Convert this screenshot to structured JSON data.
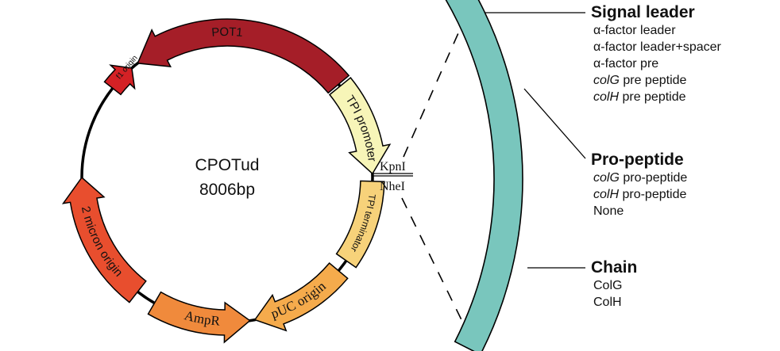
{
  "plasmid": {
    "name": "CPOTud",
    "size": "8006bp",
    "features": [
      {
        "id": "f1-origin",
        "label": "f1 origin",
        "color": "#d42125"
      },
      {
        "id": "pot1",
        "label": "POT1",
        "color": "#a51e28"
      },
      {
        "id": "tpi-promoter",
        "label": "TPI promoter",
        "color": "#f7f5b8"
      },
      {
        "id": "tpi-terminator",
        "label": "TPI terminator",
        "color": "#f7d27a"
      },
      {
        "id": "puc-origin",
        "label": "pUC origin",
        "color": "#f5ab4c"
      },
      {
        "id": "ampr",
        "label": "AmpR",
        "color": "#f08a3c"
      },
      {
        "id": "two-micron-origin",
        "label": "2 micron origin",
        "color": "#e84e2e"
      }
    ],
    "sites": [
      {
        "id": "kpni",
        "label": "KpnI"
      },
      {
        "id": "nhei",
        "label": "NheI"
      }
    ]
  },
  "insert": {
    "segments": [
      {
        "id": "signal-leader",
        "color": "#edf5e6"
      },
      {
        "id": "pro-peptide",
        "color": "#b3dcb8"
      },
      {
        "id": "chain",
        "color": "#79c6bd"
      }
    ]
  },
  "legend": {
    "signal_leader": {
      "heading": "Signal leader",
      "items": [
        {
          "italic": "",
          "text": "α-factor leader"
        },
        {
          "italic": "",
          "text": "α-factor leader+spacer"
        },
        {
          "italic": "",
          "text": "α-factor pre"
        },
        {
          "italic": "colG",
          "text": " pre peptide"
        },
        {
          "italic": "colH",
          "text": " pre peptide"
        }
      ]
    },
    "pro_peptide": {
      "heading": "Pro-peptide",
      "items": [
        {
          "italic": "colG",
          "text": " pro-peptide"
        },
        {
          "italic": "colH",
          "text": " pro-peptide"
        },
        {
          "italic": "",
          "text": "None"
        }
      ]
    },
    "chain": {
      "heading": "Chain",
      "items": [
        {
          "italic": "",
          "text": "ColG"
        },
        {
          "italic": "",
          "text": "ColH"
        }
      ]
    }
  }
}
